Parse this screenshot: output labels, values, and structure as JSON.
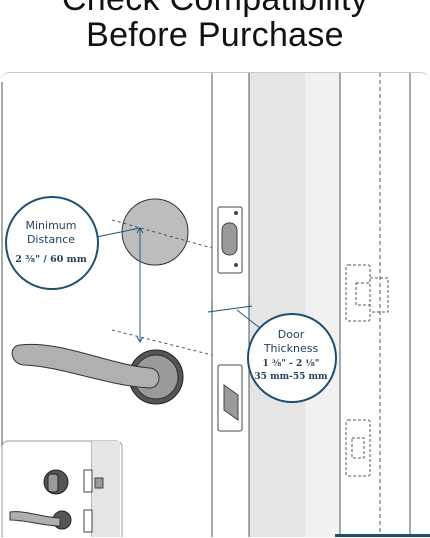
{
  "title": {
    "line1": "Check Compatibility",
    "line2": "Before Purchase"
  },
  "callout_minimum": {
    "label_line1": "Minimum",
    "label_line2": "Distance",
    "value": "2 ³⁄₈\" / 60 mm"
  },
  "callout_door": {
    "label_line1": "Door",
    "label_line2": "Thickness",
    "value_line1": "1 ³⁄₈\" - 2 ¹⁄₈\"",
    "value_line2": "35 mm-55 mm"
  },
  "colors": {
    "accent": "#1f4f6e",
    "door_fill": "#e5e5e5",
    "hardware": "#9a9a9a",
    "line": "#555555"
  },
  "icons": {
    "lever": "lever-handle-icon",
    "rosette": "rosette-icon",
    "strike": "strike-plate-icon"
  }
}
